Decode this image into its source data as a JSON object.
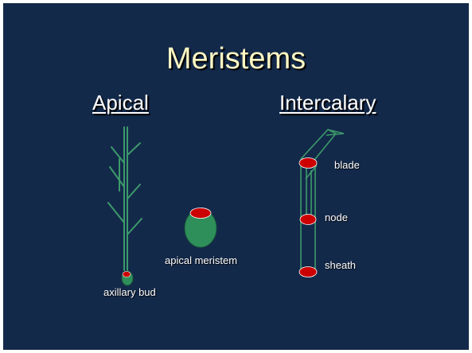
{
  "title": "Meristems",
  "headings": {
    "apical": "Apical",
    "intercalary": "Intercalary"
  },
  "labels": {
    "axillary_bud": "axillary bud",
    "apical_meristem": "apical meristem",
    "blade": "blade",
    "node": "node",
    "sheath": "sheath"
  },
  "colors": {
    "background": "#13294a",
    "title_text": "#fdf7c4",
    "plant_green": "#2e8f5a",
    "meristem_red": "#cc0000"
  }
}
